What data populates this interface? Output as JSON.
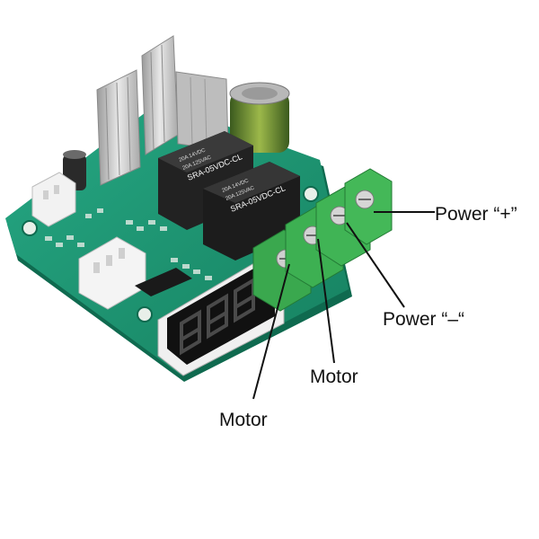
{
  "callouts": {
    "power_plus": "Power “+”",
    "power_minus": "Power “–“",
    "motor_1": "Motor",
    "motor_2": "Motor"
  },
  "components": {
    "relay_1_text": "SRA-05VDC-CL",
    "relay_2_text": "SRA-05VDC-CL",
    "relay_rating_a": "20A 14VDC",
    "relay_rating_b": "20A 125VAC",
    "display_digits": "8.8.8."
  },
  "colors": {
    "pcb": "#1f9c78",
    "pcb_dark": "#137a5c",
    "terminal": "#3aa84e",
    "relay": "#1c1c1c",
    "heatsink": "#c9c9c9",
    "display": "#111111",
    "leader": "#111111"
  }
}
